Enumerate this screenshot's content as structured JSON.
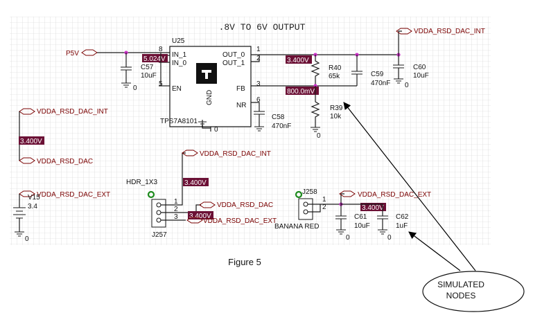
{
  "schematic": {
    "title": ".8V TO 6V OUTPUT",
    "figure_caption": "Figure 5",
    "callout_text": [
      "SIMULATED",
      "NODES"
    ],
    "regulator": {
      "ref": "U25",
      "part": "TPS7A8101",
      "pins": {
        "in1": "IN_1",
        "in0": "IN_0",
        "en": "EN",
        "gnd": "GND",
        "out0": "OUT_0",
        "out1": "OUT_1",
        "fb": "FB",
        "nr": "NR"
      },
      "pin_numbers": {
        "in": "8",
        "en": "5",
        "out0": "1",
        "out1": "2",
        "fb": "3",
        "nr": "6"
      }
    },
    "nets": {
      "p5v": "P5V",
      "vdda_int": "VDDA_RSD_DAC_INT",
      "vdda": "VDDA_RSD_DAC",
      "vdda_ext": "VDDA_RSD_DAC_EXT"
    },
    "probes": {
      "input": "5.024V",
      "output": "3.400V",
      "fb": "800.0mV",
      "left": "3.400V",
      "hdr": "3.400V",
      "hdr_ext": "3.400V",
      "ext": "3.400V"
    },
    "components": {
      "c57": {
        "ref": "C57",
        "value": "10uF"
      },
      "c58": {
        "ref": "C58",
        "value": "470nF"
      },
      "c59": {
        "ref": "C59",
        "value": "470nF"
      },
      "c60": {
        "ref": "C60",
        "value": "10uF"
      },
      "r40": {
        "ref": "R40",
        "value": "65k"
      },
      "r39": {
        "ref": "R39",
        "value": "10k"
      },
      "v15": {
        "ref": "V15",
        "value": "3.4"
      },
      "c61": {
        "ref": "C61",
        "value": "10uF"
      },
      "c62": {
        "ref": "C62",
        "value": "1uF"
      }
    },
    "header": {
      "title": "HDR_1X3",
      "ref": "J257",
      "pins": [
        "1",
        "2",
        "3"
      ]
    },
    "banana": {
      "ref": "J258",
      "title": "BANANA RED",
      "pins": [
        "1",
        "2"
      ]
    },
    "ground_label": "0"
  }
}
